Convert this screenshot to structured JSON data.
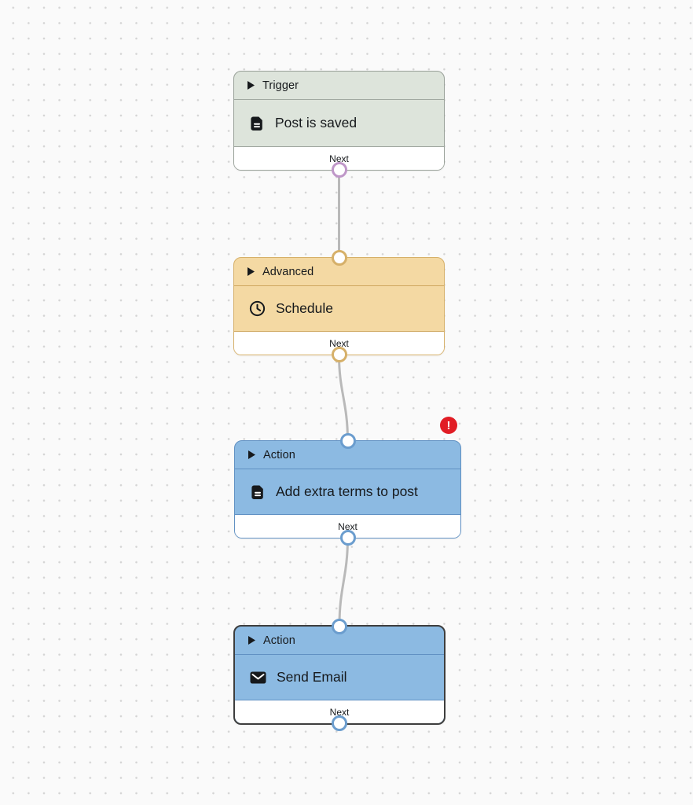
{
  "canvas": {
    "background": "#fafafa",
    "dot_color": "#d4d4d4"
  },
  "connectors": {
    "color": "#b9b9b9"
  },
  "error_badge": {
    "symbol": "!",
    "background": "#e11d25"
  },
  "nodes": [
    {
      "category": "Trigger",
      "title": "Post is saved",
      "icon": "document-icon",
      "footer_label": "Next",
      "colors": {
        "fill": "#dde4db",
        "border": "#99a199",
        "port_ring": "#bf97c8"
      }
    },
    {
      "category": "Advanced",
      "title": "Schedule",
      "icon": "clock-icon",
      "footer_label": "Next",
      "colors": {
        "fill": "#f4d9a3",
        "border": "#d6b069",
        "port_ring": "#d6b069"
      }
    },
    {
      "category": "Action",
      "title": "Add extra terms to post",
      "icon": "document-icon",
      "footer_label": "Next",
      "has_error": true,
      "colors": {
        "fill": "#8cbae2",
        "border": "#6191c3",
        "port_ring": "#6b9dce"
      }
    },
    {
      "category": "Action",
      "title": "Send Email",
      "icon": "envelope-icon",
      "footer_label": "Next",
      "selected": true,
      "colors": {
        "fill": "#8cbae2",
        "border": "#3e3e3e",
        "port_ring": "#6b9dce"
      }
    }
  ]
}
